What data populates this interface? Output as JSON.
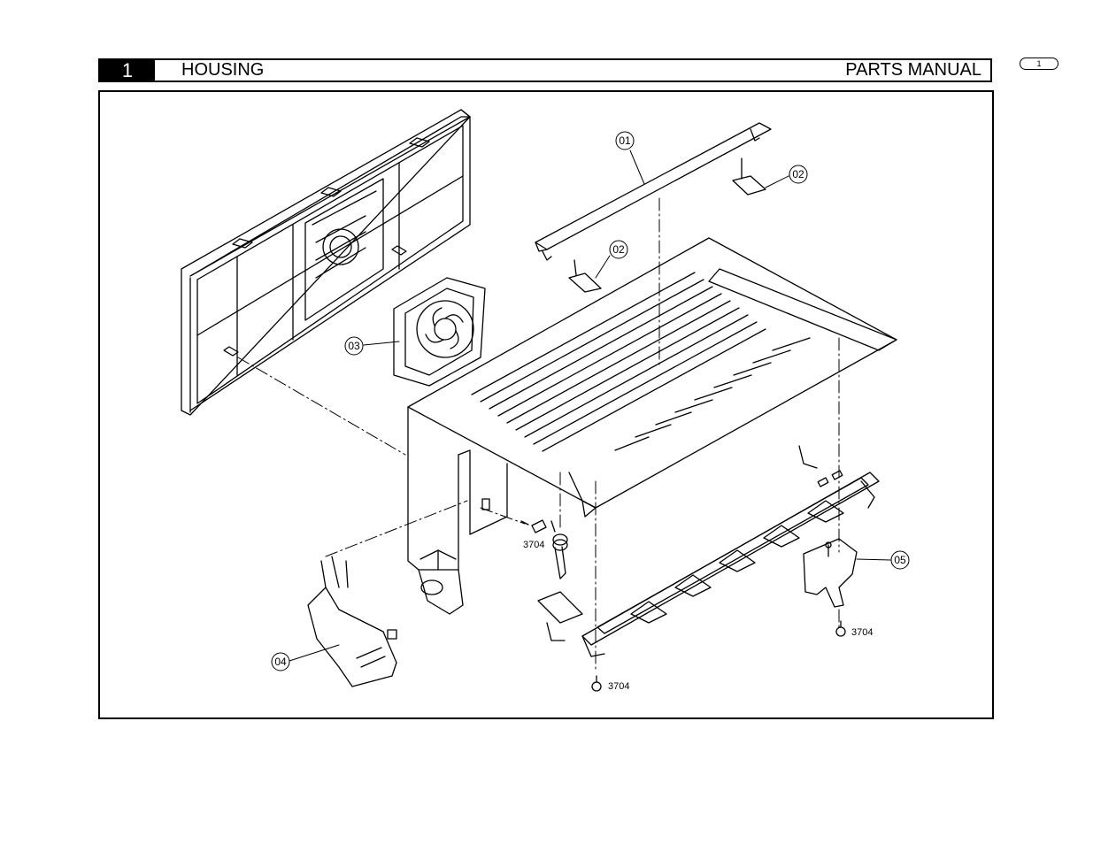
{
  "header": {
    "chapter_number": "1",
    "section_title": "HOUSING",
    "manual_title": "PARTS MANUAL"
  },
  "page_tab": "1",
  "callouts": [
    {
      "id": "01",
      "label": "01"
    },
    {
      "id": "02a",
      "label": "02"
    },
    {
      "id": "02b",
      "label": "02"
    },
    {
      "id": "03",
      "label": "03"
    },
    {
      "id": "04",
      "label": "04"
    },
    {
      "id": "05",
      "label": "05"
    }
  ],
  "screws": [
    {
      "id": "s1",
      "label": "3704"
    },
    {
      "id": "s2",
      "label": "3704"
    },
    {
      "id": "s3",
      "label": "3704"
    }
  ]
}
